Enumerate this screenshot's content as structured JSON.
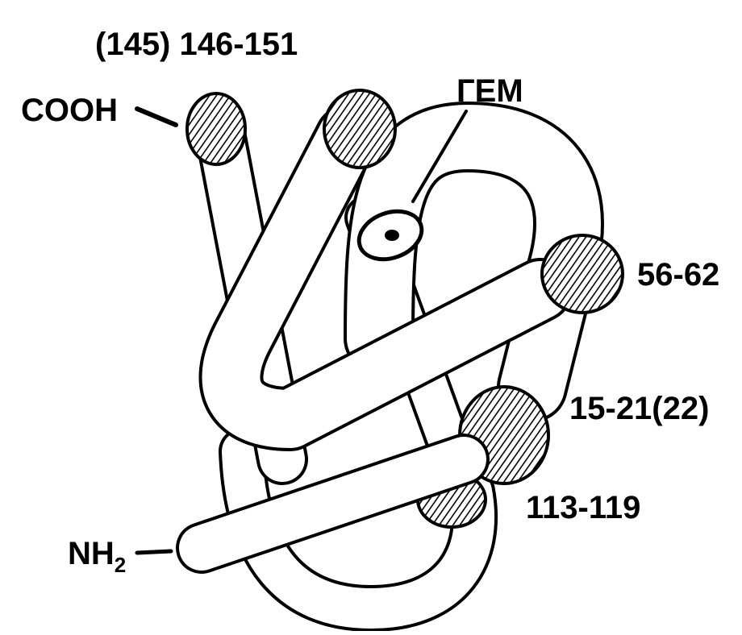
{
  "labels": {
    "top": "(145) 146-151",
    "cooh": "COOH",
    "heme": "ГЕМ",
    "l56": "56-62",
    "l15": "15-21(22)",
    "l113": "113-119",
    "nh2": "NH",
    "nh2_sub": "2"
  }
}
